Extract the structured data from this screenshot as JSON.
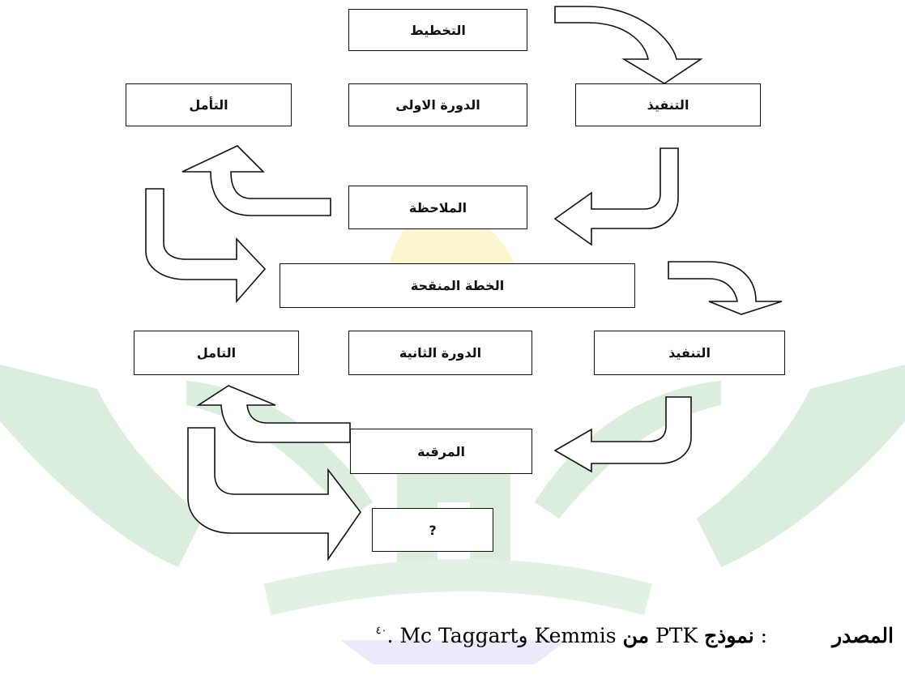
{
  "diagram": {
    "boxes": {
      "planning": "التخطيط",
      "action_1": "التنفيذ",
      "cycle_1": "الدورة الاولى",
      "reflection_1": "التأمل",
      "observation_1": "الملاحظة",
      "revised_plan": "الخطة المنقحة",
      "action_2": "التنفيذ",
      "cycle_2": "الدورة الثانية",
      "reflection_2": "التامل",
      "observation_2": "المرقبة",
      "next": "?"
    }
  },
  "caption": {
    "label": "المصدر",
    "colon": ":",
    "bold_word_1": "نموذج",
    "ptk": "PTK",
    "bold_word_2": "من",
    "author_1": "Kemmis",
    "and": "و",
    "author_2": "Mc Taggart",
    "end": ".",
    "footnote": "٤٠"
  },
  "watermark": {
    "colors": [
      "#2fa64d",
      "#f3e26a",
      "#b9b1e8"
    ]
  }
}
